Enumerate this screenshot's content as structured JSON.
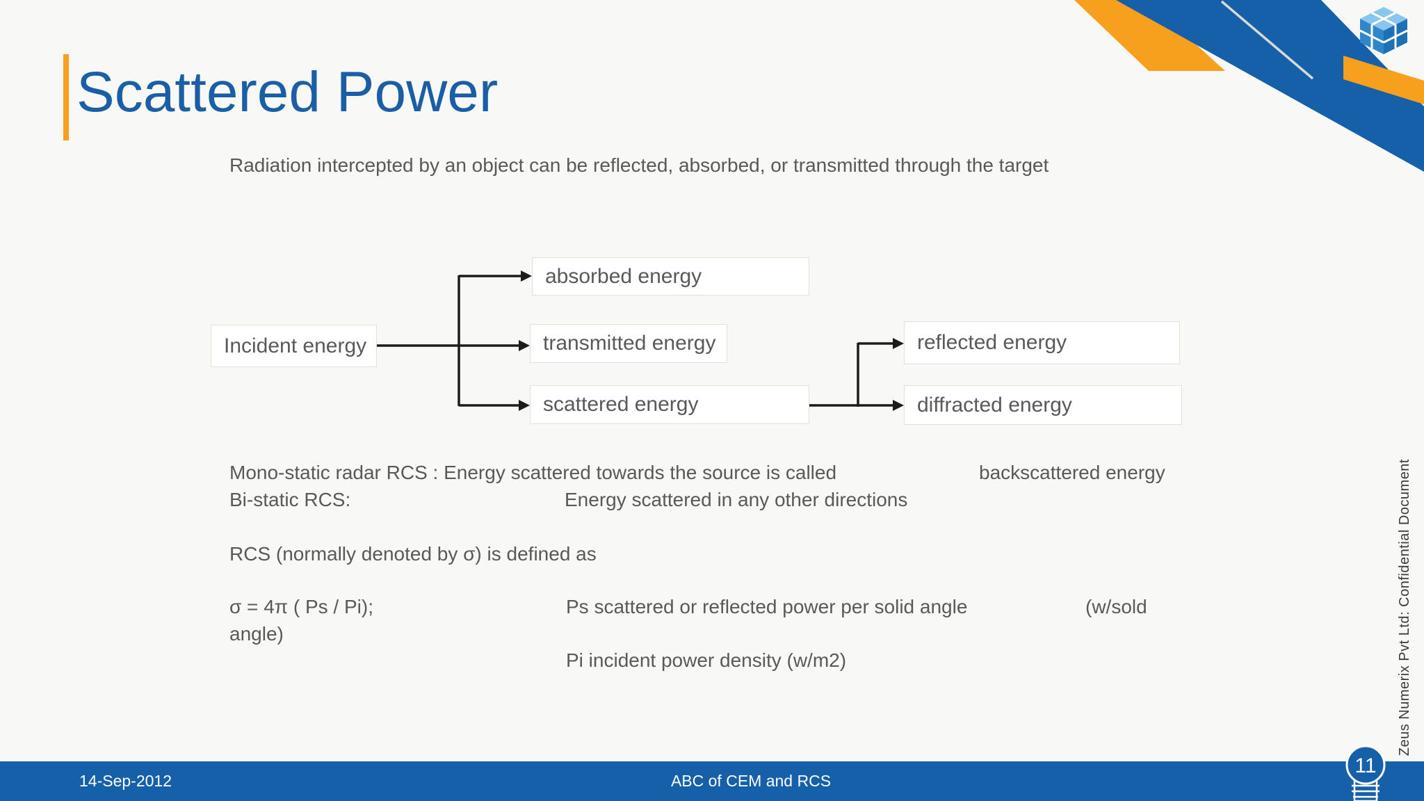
{
  "slide": {
    "title": "Scattered Power",
    "subtitle": "Radiation intercepted by an object can be reflected, absorbed, or transmitted through the target",
    "flow": {
      "nodes": [
        {
          "id": "incident",
          "label": "Incident energy"
        },
        {
          "id": "absorbed",
          "label": "absorbed energy"
        },
        {
          "id": "transmitted",
          "label": "transmitted energy"
        },
        {
          "id": "scattered",
          "label": "scattered energy"
        },
        {
          "id": "reflected",
          "label": "reflected energy"
        },
        {
          "id": "diffracted",
          "label": "diffracted energy"
        }
      ]
    },
    "body": {
      "monostatic_label": "Mono-static radar RCS : Energy scattered towards the source is called",
      "monostatic_value": "backscattered energy",
      "bistatic_label": "Bi-static RCS:",
      "bistatic_value": "Energy scattered in any other directions",
      "rcs_definition": "RCS (normally denoted by σ) is defined as",
      "formula": "σ = 4π ( Ps / Pi);",
      "formula_wrap": "angle)",
      "ps_description": "Ps scattered or reflected power per solid angle",
      "ps_unit_start": "(w/sold",
      "pi_description": "Pi incident power density (w/m2)"
    },
    "footer": {
      "date": "14-Sep-2012",
      "center_text": "ABC of CEM and RCS",
      "page": "11"
    },
    "side_note": "© Zeus Numerix Pvt Ltd: Confidential Document",
    "icons": {
      "logo": "cube-logo-icon",
      "page_badge": "lightbulb-icon"
    },
    "colors": {
      "brand_blue": "#1560A8",
      "accent_orange": "#F7A01D",
      "title_blue": "#1A5FA5",
      "text_gray": "#595959"
    }
  }
}
